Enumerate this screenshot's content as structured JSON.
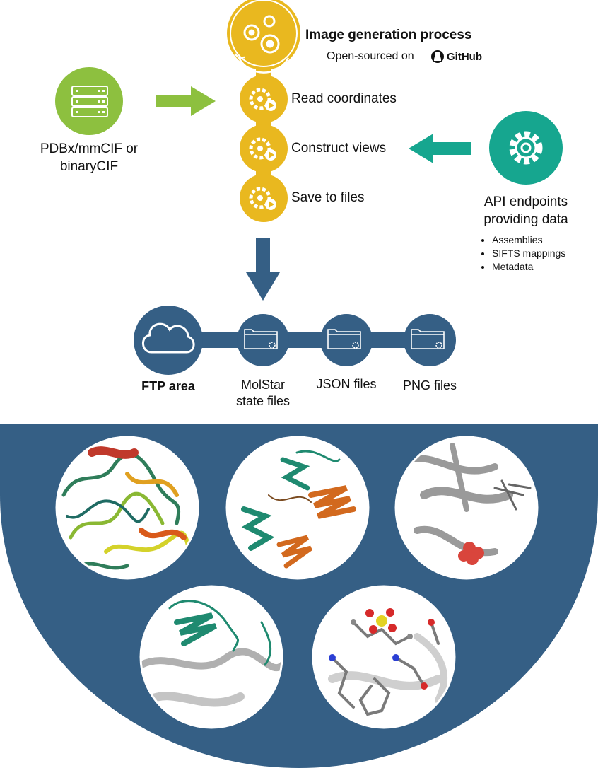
{
  "process": {
    "title": "Image generation process",
    "open_sourced": "Open-sourced on",
    "github": "GitHub",
    "steps": [
      {
        "label": "Read coordinates",
        "icon": "gear-play-icon"
      },
      {
        "label": "Construct views",
        "icon": "gear-play-icon"
      },
      {
        "label": "Save to files",
        "icon": "gear-play-icon"
      }
    ]
  },
  "input": {
    "label_line1": "PDBx/mmCIF or",
    "label_line2": "binaryCIF",
    "icon": "server-icon"
  },
  "api": {
    "label_line1": "API endpoints",
    "label_line2": "providing data",
    "icon": "gear-icon",
    "items": [
      "Assemblies",
      "SIFTS mappings",
      "Metadata"
    ]
  },
  "outputs": [
    {
      "label_line1": "FTP area",
      "label_line2": "",
      "icon": "cloud-icon"
    },
    {
      "label_line1": "MolStar",
      "label_line2": "state files",
      "icon": "folder-gear-icon"
    },
    {
      "label_line1": "JSON files",
      "label_line2": "",
      "icon": "folder-gear-icon"
    },
    {
      "label_line1": "PNG files",
      "label_line2": "",
      "icon": "folder-gear-icon"
    }
  ],
  "colors": {
    "process_yellow": "#e9b81f",
    "input_green": "#8dc03f",
    "api_teal": "#16a68f",
    "output_blue": "#355f85"
  }
}
